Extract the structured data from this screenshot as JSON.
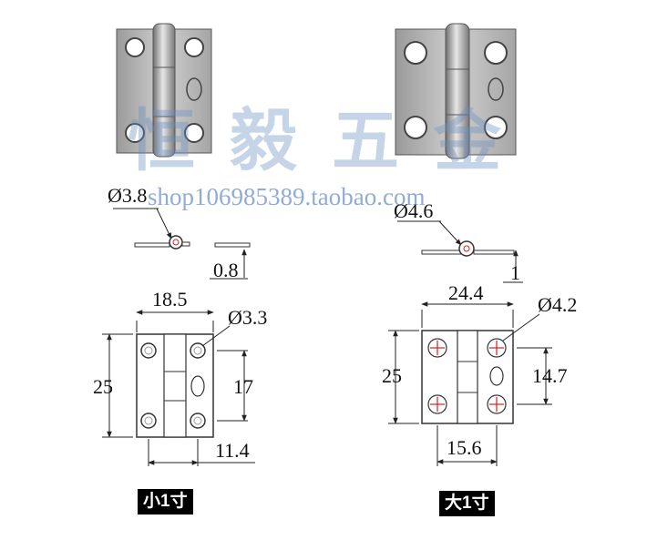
{
  "watermark": {
    "shop_name": "恒毅五金",
    "url": "shop106985389.taobao.com"
  },
  "small_hinge": {
    "pin_diameter": "Ø3.8",
    "thickness": "0.8",
    "width": "18.5",
    "hole_diameter": "Ø3.3",
    "height": "25",
    "hole_spacing_vertical": "17",
    "hole_spacing_horizontal": "11.4",
    "label": "小1寸"
  },
  "large_hinge": {
    "pin_diameter": "Ø4.6",
    "thickness": "1",
    "width": "24.4",
    "hole_diameter": "Ø4.2",
    "height": "25",
    "hole_spacing_vertical": "14.7",
    "hole_spacing_horizontal": "15.6",
    "label": "大1寸"
  },
  "colors": {
    "metal": "#b8b8b8",
    "outline": "#333333",
    "hole_marker": "#d02020",
    "watermark": "#6a8fc0"
  }
}
